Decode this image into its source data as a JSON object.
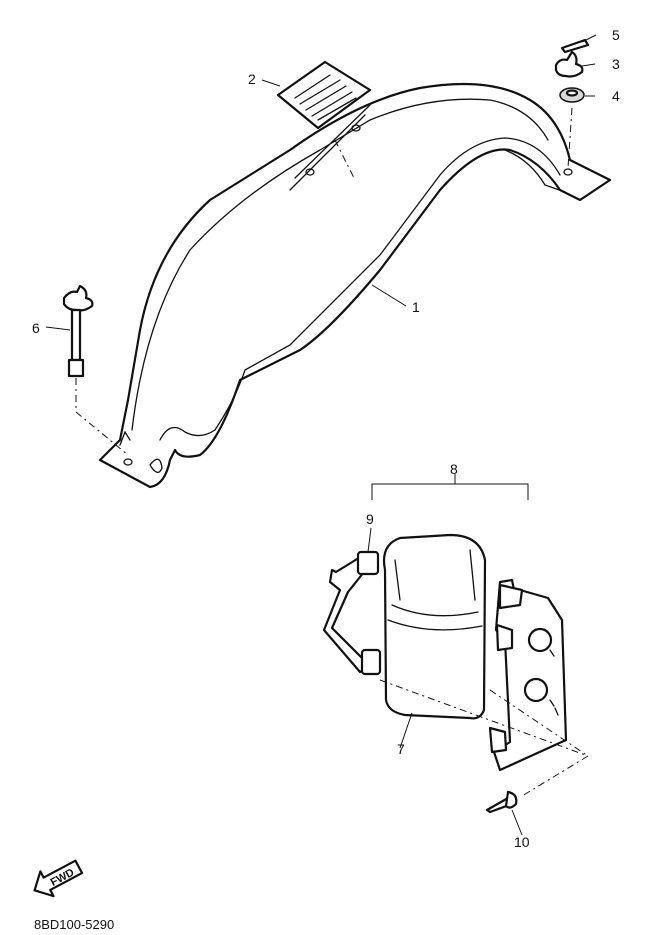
{
  "diagram": {
    "callouts": [
      "1",
      "2",
      "3",
      "4",
      "5",
      "6",
      "7",
      "8",
      "9",
      "10"
    ],
    "fwd_label": "FWD",
    "part_code": "8BD100-5290"
  }
}
